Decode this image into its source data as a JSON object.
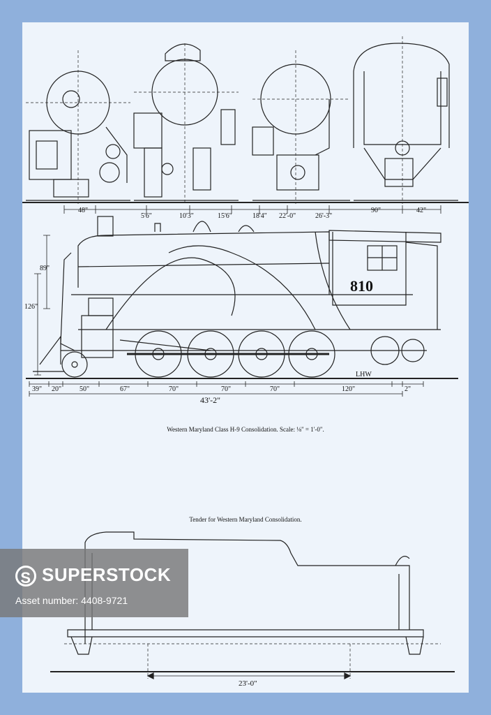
{
  "caption_main": "Western Maryland Class H-9 Consolidation.  Scale: ⅛\" = 1'-0\".",
  "caption_tender": "Tender for Western Maryland Consolidation.",
  "cab_number": "810",
  "loco_label_lhw": "LHW",
  "top_dims": [
    "48\"",
    "5'6\"",
    "10'3\"",
    "15'6\"",
    "18'4\"",
    "22'-0\"",
    "26'-3\"",
    "90\"",
    "42\""
  ],
  "side_dims": [
    "89\"",
    "126\""
  ],
  "bottom_dims": [
    "39\"",
    "20\"",
    "50\"",
    "67\"",
    "70\"",
    "70\"",
    "70\"",
    "120\"",
    "2\""
  ],
  "overall_length": "43'-2\"",
  "tender_length": "23'-0\"",
  "watermark": {
    "logo_letter": "S",
    "brand": "SUPERSTOCK",
    "asset": "Asset number: 4408-9721"
  }
}
